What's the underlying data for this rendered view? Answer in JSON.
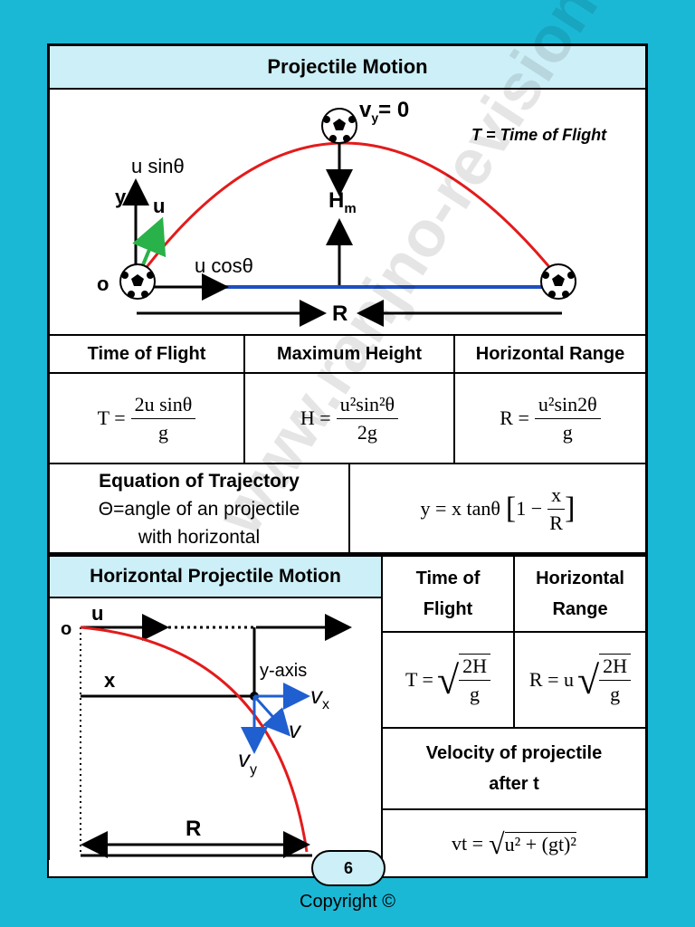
{
  "title": "Projectile Motion",
  "diagram1": {
    "vy_label": "v",
    "vy_sub": "y",
    "vy_value": "= 0",
    "time_note": "T = Time of Flight",
    "usin_label": "u sinθ",
    "y_label": "y",
    "u_label": "u",
    "hm_label": "H",
    "hm_sub": "m",
    "o_label": "o",
    "ucos_label": "u cosθ",
    "r_label": "R"
  },
  "table1": {
    "headers": [
      "Time of Flight",
      "Maximum Height",
      "Horizontal Range"
    ],
    "t_lhs": "T =",
    "t_num": "2u sinθ",
    "t_den": "g",
    "h_lhs": "H =",
    "h_num": "u²sin²θ",
    "h_den": "2g",
    "r_lhs": "R =",
    "r_num": "u²sin2θ",
    "r_den": "g"
  },
  "trajectory": {
    "heading": "Equation of Trajectory",
    "line2": "Θ=angle of an projectile",
    "line3": "with horizontal",
    "formula_lhs": "y = x tanθ",
    "formula_one": "1 −",
    "formula_num": "x",
    "formula_den": "R"
  },
  "horizontal": {
    "heading": "Horizontal Projectile Motion",
    "u_label": "u",
    "o_label": "o",
    "yaxis_label": "y-axis",
    "x_label": "x",
    "vx_label": "v",
    "vx_sub": "x",
    "v_label": "v",
    "vy_label": "v",
    "vy_sub": "y",
    "r_label": "R"
  },
  "table2": {
    "time_heading_1": "Time of",
    "time_heading_2": "Flight",
    "range_heading_1": "Horizontal",
    "range_heading_2": "Range",
    "t_formula_lhs": "T =",
    "t_num": "2H",
    "t_den": "g",
    "r_formula_lhs": "R = u",
    "r_num": "2H",
    "r_den": "g",
    "velocity_heading_1": "Velocity of projectile",
    "velocity_heading_2": "after t",
    "vt_lhs": "vt =",
    "vt_rad": "u² + (gt)²"
  },
  "page_number": "6",
  "footer": "Copyright ©",
  "watermark": "www.ranjno-revision.com",
  "colors": {
    "background": "#1bb8d6",
    "header": "#cdeff7",
    "trajectory": "#e31b1b",
    "range_line": "#1f4fbf",
    "velocity_arrow": "#2ab24a",
    "vector": "#1f5fd0"
  }
}
